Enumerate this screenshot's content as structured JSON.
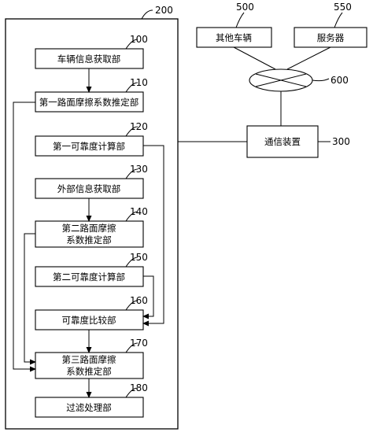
{
  "frame_ref": "200",
  "blocks": [
    {
      "ref": "100",
      "lines": [
        "车辆信息获取部"
      ]
    },
    {
      "ref": "110",
      "lines": [
        "第一路面摩擦系数推定部"
      ]
    },
    {
      "ref": "120",
      "lines": [
        "第一可靠度计算部"
      ]
    },
    {
      "ref": "130",
      "lines": [
        "外部信息获取部"
      ]
    },
    {
      "ref": "140",
      "lines": [
        "第二路面摩擦",
        "系数推定部"
      ]
    },
    {
      "ref": "150",
      "lines": [
        "第二可靠度计算部"
      ]
    },
    {
      "ref": "160",
      "lines": [
        "可靠度比较部"
      ]
    },
    {
      "ref": "170",
      "lines": [
        "第三路面摩擦",
        "系数推定部"
      ]
    },
    {
      "ref": "180",
      "lines": [
        "过滤处理部"
      ]
    }
  ],
  "external": {
    "other_vehicle": {
      "ref": "500",
      "label": "其他车辆"
    },
    "server": {
      "ref": "550",
      "label": "服务器"
    },
    "network": {
      "ref": "600"
    },
    "comm_device": {
      "ref": "300",
      "label": "通信装置"
    }
  }
}
